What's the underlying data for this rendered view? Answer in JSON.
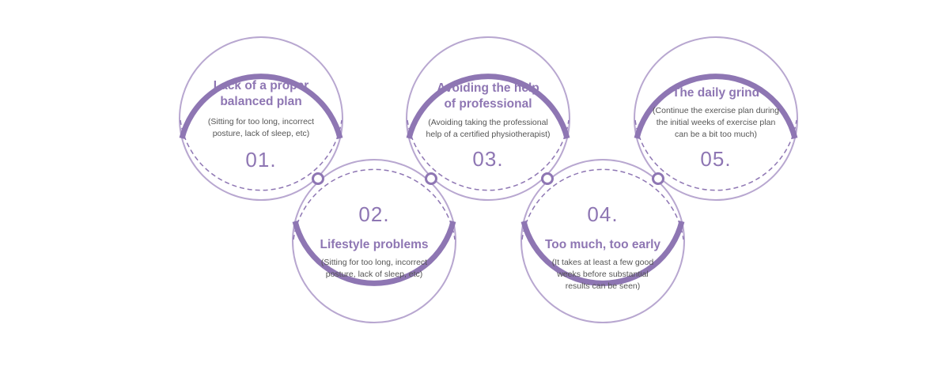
{
  "colors": {
    "accent": "#8e76b3",
    "ring_light": "#b8a7d0",
    "text": "#555555"
  },
  "steps": [
    {
      "number": "01.",
      "title_line1": "Lack of a proper",
      "title_line2": "balanced plan",
      "desc_line1": "(Sitting for too long, incorrect",
      "desc_line2": "posture, lack of sleep, etc)",
      "desc_line3": ""
    },
    {
      "number": "02.",
      "title_line1": "Lifestyle problems",
      "title_line2": "",
      "desc_line1": "(Sitting for too long, incorrect",
      "desc_line2": "posture, lack of sleep, etc)",
      "desc_line3": ""
    },
    {
      "number": "03.",
      "title_line1": "Avoiding the help",
      "title_line2": "of professional",
      "desc_line1": "(Avoiding taking the professional",
      "desc_line2": "help of a certified physiotherapist)",
      "desc_line3": ""
    },
    {
      "number": "04.",
      "title_line1": "Too much, too early",
      "title_line2": "",
      "desc_line1": "(It takes at least a few good",
      "desc_line2": "weeks before substantial",
      "desc_line3": "results can be seen)"
    },
    {
      "number": "05.",
      "title_line1": "The daily grind",
      "title_line2": "",
      "desc_line1": "(Continue the exercise plan during",
      "desc_line2": "the initial weeks of exercise plan",
      "desc_line3": "can be a bit too much)"
    }
  ]
}
